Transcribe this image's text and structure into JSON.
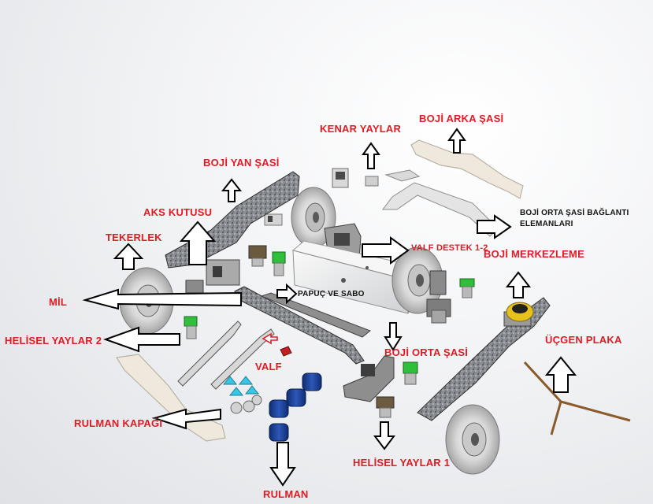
{
  "labels": {
    "kenar_yaylar": "KENAR YAYLAR",
    "boji_arka_sasi": "BOJİ ARKA ŞASİ",
    "boji_yan_sasi": "BOJİ YAN ŞASİ",
    "aks_kutusu": "AKS KUTUSU",
    "tekerlek": "TEKERLEK",
    "boji_orta_sasi_baglanti_1": "BOJİ ORTA ŞASİ BAĞLANTI",
    "boji_orta_sasi_baglanti_2": "ELEMANLARI",
    "valf_destek": "VALF DESTEK 1-2",
    "boji_merkezleme": "BOJİ MERKEZLEME",
    "mil": "MİL",
    "papuc_ve_sabo": "PAPUÇ VE SABO",
    "helisel_yaylar_2": "HELİSEL YAYLAR 2",
    "boji_orta_sasi": "BOJİ ORTA ŞASİ",
    "ucgen_plaka": "ÜÇGEN PLAKA",
    "valf": "VALF",
    "rulman_kapagi": "RULMAN KAPAĞI",
    "helisel_yaylar_1": "HELİSEL YAYLAR 1",
    "rulman": "RULMAN"
  },
  "colors": {
    "label_red": "#e01b24",
    "label_black": "#111111",
    "arrow_fill": "#ffffff",
    "arrow_stroke": "#000000",
    "steel": "#6b6e73",
    "steel_light": "#c9cbce",
    "casting": "#f1ece3",
    "spring_green": "#2fbf3a",
    "bearing_blue": "#1d3f8f",
    "valve_cyan": "#36c6e6",
    "centering_yellow": "#e8c21c"
  }
}
